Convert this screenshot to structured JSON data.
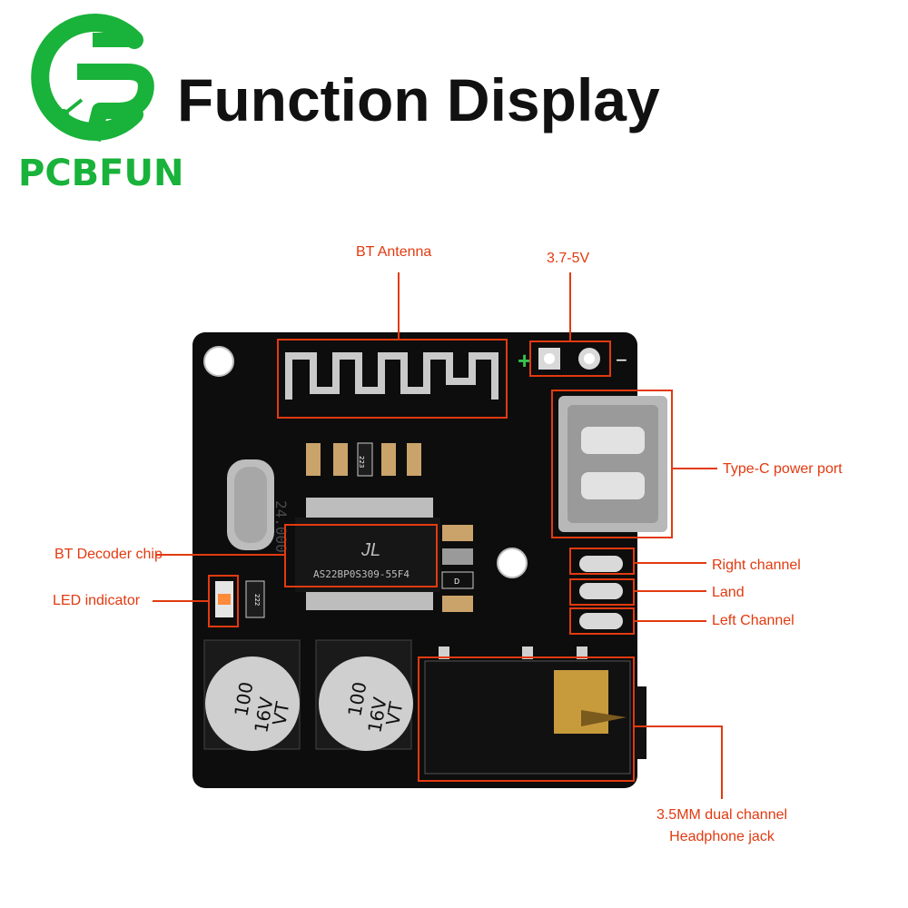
{
  "brand": {
    "name": "PCBFUN",
    "logo_color": "#19b23a"
  },
  "title": "Function Display",
  "colors": {
    "annotation": "#e23a10",
    "board": "#0d0d0d",
    "logo_green": "#19b23a"
  },
  "chips": {
    "crystal": "24.000",
    "decoder_brand": "JL",
    "decoder_part": "AS22BP0S309-55F4",
    "resistor": "223",
    "led_resistor": "222",
    "small_mark": "D"
  },
  "capacitors": [
    {
      "line1": "100",
      "line2": "16V",
      "line3": "VT"
    },
    {
      "line1": "100",
      "line2": "16V",
      "line3": "VT"
    }
  ],
  "polarity": {
    "plus": "+",
    "minus": "−"
  },
  "labels": {
    "bt_antenna": "BT Antenna",
    "voltage": "3.7-5V",
    "type_c": "Type-C power port",
    "bt_decoder": "BT Decoder chip",
    "led": "LED indicator",
    "right_channel": "Right channel",
    "land": "Land",
    "left_channel": "Left Channel",
    "jack_line1": "3.5MM dual channel",
    "jack_line2": "Headphone jack"
  }
}
